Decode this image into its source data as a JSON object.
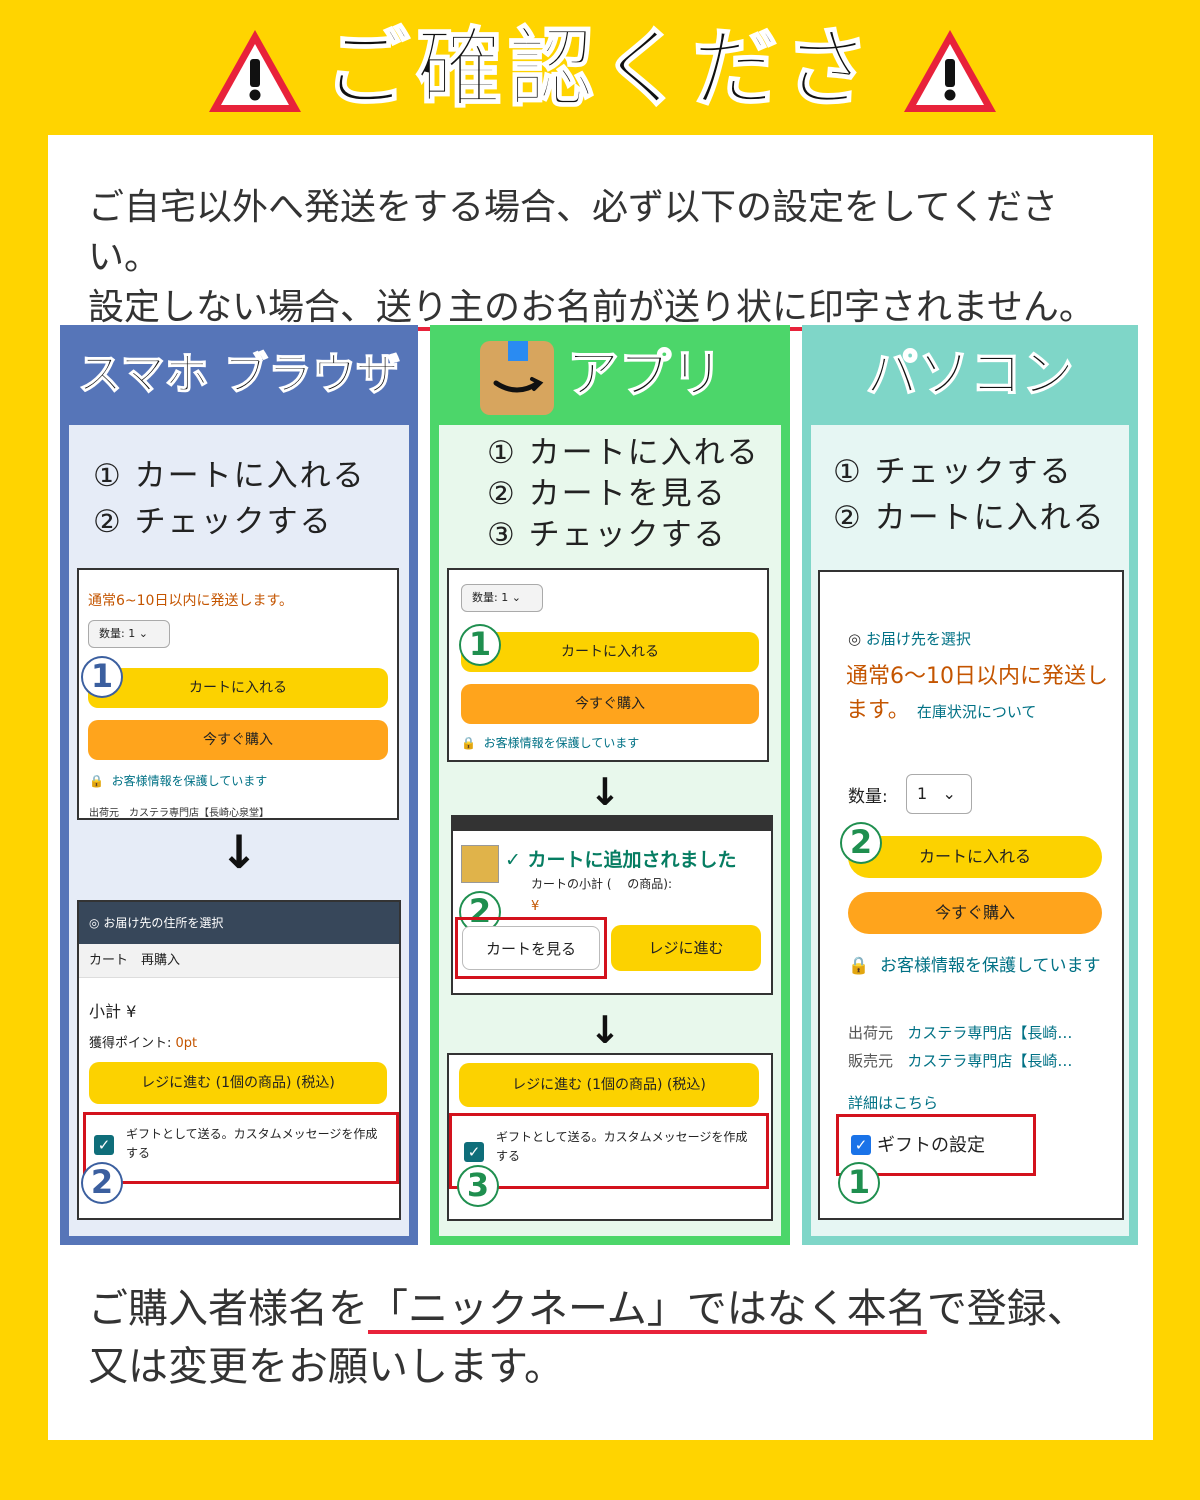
{
  "header": {
    "title": "ご確認ください",
    "warning_icon": "warning-triangle-icon"
  },
  "intro": {
    "line1": "ご自宅以外へ発送をする場合、必ず以下の設定をしてください。",
    "line2_plain": "設定しない場合、",
    "line2_emph": "送り主のお名前が送り状に印字されません。"
  },
  "colors": {
    "background": "#ffd400",
    "browser": "#5675b8",
    "app": "#4cd66a",
    "pc": "#7fd6c8",
    "red": "#d3121d"
  },
  "columns": {
    "browser": {
      "title": "スマホ ブラウザ",
      "steps": [
        "① カートに入れる",
        "② チェックする"
      ],
      "screen1": {
        "ship_text": "通常6~10日以内に発送します。",
        "qty": "数量: 1",
        "cart_btn": "カートに入れる",
        "buy_btn": "今すぐ購入",
        "secure": "お客様情報を保護しています",
        "shipper": "出荷元　カステラ専門店【長崎心泉堂】",
        "badge": "1"
      },
      "screen2": {
        "address": "お届け先の住所を選択",
        "tabs": "カート　再購入",
        "subtotal": "小計 ¥",
        "points_label": "獲得ポイント:",
        "points_value": "0pt",
        "checkout_btn": "レジに進む (1個の商品) (税込)",
        "gift": "ギフトとして送る。カスタムメッセージを作成する",
        "badge": "2"
      }
    },
    "app": {
      "title": "アプリ",
      "steps": [
        "① カートに入れる",
        "② カートを見る",
        "③ チェックする"
      ],
      "screen1": {
        "qty": "数量: 1",
        "cart_btn": "カートに入れる",
        "buy_btn": "今すぐ購入",
        "secure": "お客様情報を保護しています",
        "badge": "1"
      },
      "screen2": {
        "added": "カートに追加されました",
        "subtotal": "カートの小計 (　 の商品):",
        "price": "¥",
        "view_cart": "カートを見る",
        "checkout": "レジに進む",
        "badge": "2"
      },
      "screen3": {
        "checkout_btn": "レジに進む (1個の商品) (税込)",
        "gift": "ギフトとして送る。カスタムメッセージを作成する",
        "badge": "3"
      }
    },
    "pc": {
      "title": "パソコン",
      "steps": [
        "① チェックする",
        "② カートに入れる"
      ],
      "screen": {
        "address": "お届け先を選択",
        "ship_text": "通常6～10日以内に発送します。",
        "stock": "在庫状況について",
        "qty_label": "数量:",
        "qty_value": "1",
        "cart_btn": "カートに入れる",
        "buy_btn": "今すぐ購入",
        "secure": "お客様情報を保護しています",
        "shipper_label": "出荷元",
        "shipper_value": "カステラ専門店【長崎…",
        "seller_label": "販売元",
        "seller_value": "カステラ専門店【長崎…",
        "details": "詳細はこちら",
        "gift": "ギフトの設定",
        "badge1": "1",
        "badge2": "2"
      }
    }
  },
  "outro": {
    "l1_a": "ご購入者様名を",
    "l1_b": "「ニックネーム」ではなく本名",
    "l1_c": "で登録、",
    "line2": "又は変更をお願いします。"
  }
}
